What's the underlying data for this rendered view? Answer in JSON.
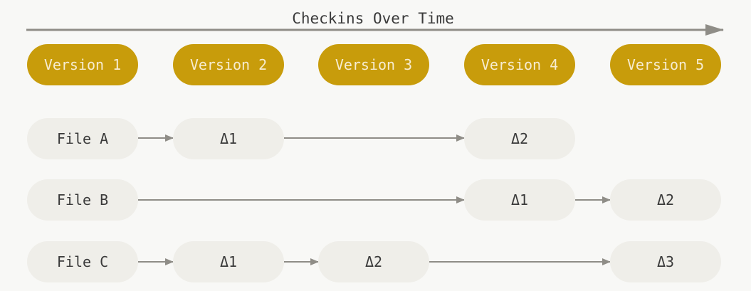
{
  "title": "Checkins Over Time",
  "colors": {
    "version_fill": "#c89c0b",
    "version_text": "#f7ecd0",
    "node_fill": "#efeee9",
    "node_text": "#3a3a3a",
    "arrow": "#8f8d87",
    "background": "#f8f8f6"
  },
  "versions": [
    "Version 1",
    "Version 2",
    "Version 3",
    "Version 4",
    "Version 5"
  ],
  "rows": [
    {
      "file": "File A",
      "cells": [
        {
          "version": 2,
          "label": "Δ1"
        },
        {
          "version": 4,
          "label": "Δ2"
        }
      ]
    },
    {
      "file": "File B",
      "cells": [
        {
          "version": 4,
          "label": "Δ1"
        },
        {
          "version": 5,
          "label": "Δ2"
        }
      ]
    },
    {
      "file": "File C",
      "cells": [
        {
          "version": 2,
          "label": "Δ1"
        },
        {
          "version": 3,
          "label": "Δ2"
        },
        {
          "version": 5,
          "label": "Δ3"
        }
      ]
    }
  ]
}
